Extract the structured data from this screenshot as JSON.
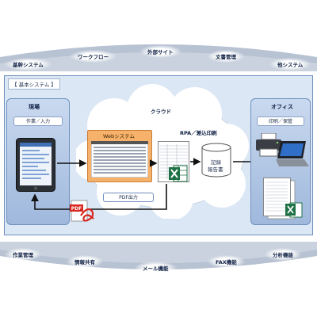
{
  "top_functions": [
    "基幹システム",
    "ワークフロー",
    "外部サイト",
    "文書管理",
    "他システム"
  ],
  "bottom_functions": [
    "作業管理",
    "情報共有",
    "メール機能",
    "FAX機能",
    "分析機能"
  ],
  "frame_label": "【 基本システム 】",
  "field_panel": {
    "title": "現場",
    "tag": "作業／入力"
  },
  "cloud": {
    "title": "クラウド",
    "web_system": "Webシステム",
    "rpa": "RPA／差込印刷",
    "db_label_1": "記録",
    "db_label_2": "報告書",
    "pdf_output": "PDF出力"
  },
  "office_panel": {
    "title": "オフィス",
    "tag": "印刷／保管"
  },
  "icons": [
    "tablet-icon",
    "web-screen-icon",
    "spreadsheet-icon",
    "excel-icon",
    "database-icon",
    "pdf-icon",
    "printer-icon",
    "laptop-icon",
    "document-icon"
  ],
  "colors": {
    "frame": "#dbe7f5",
    "panel": "#a9c0e0",
    "web_panel": "#f6b26b",
    "excel": "#1e7145",
    "pdf": "#d9251c"
  }
}
